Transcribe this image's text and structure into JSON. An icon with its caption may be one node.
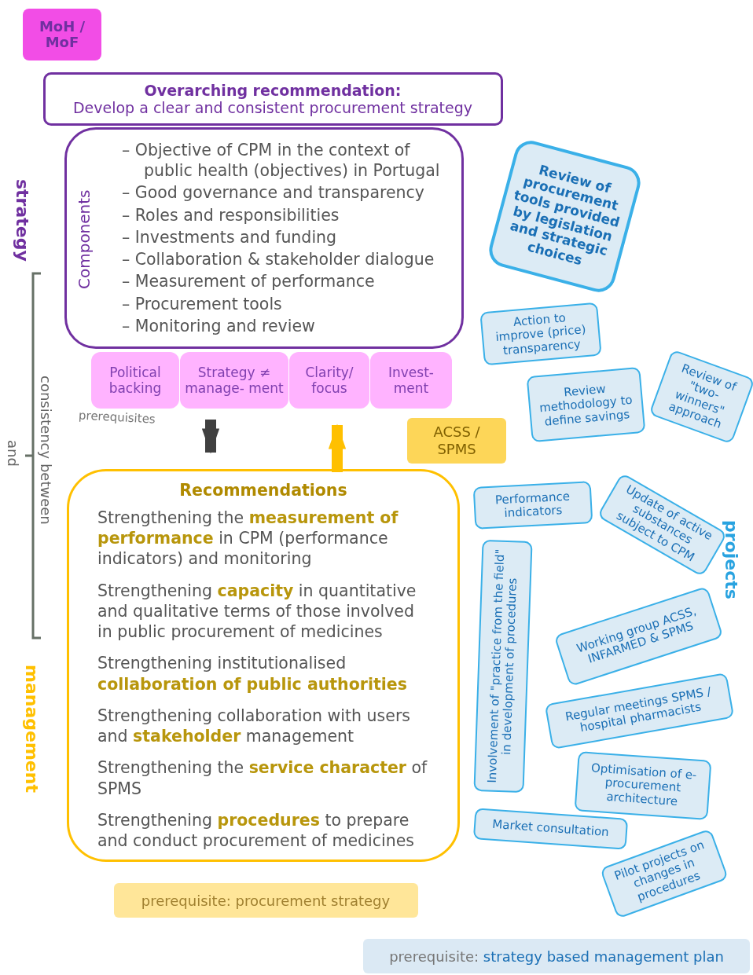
{
  "diagram": {
    "nodes": [
      {
        "text": [
          "MoH / MoF"
        ]
      },
      {
        "text": [
          "Overarching recommendation:",
          "Develop a clear and consistent procurement strategy"
        ]
      },
      {
        "text": [
          "Components",
          "– Objective of CPM in the context of public health (objectives) in Portugal",
          "– Good governance and transparency",
          "– Roles and responsibilities",
          "– Investments and funding",
          "– Collaboration & stakeholder dialogue",
          "– Measurement of performance",
          "– Procurement tools",
          "– Monitoring and review"
        ]
      },
      {
        "text": [
          "Political backing"
        ]
      },
      {
        "text": [
          "Strategy ≠ manage- ment"
        ]
      },
      {
        "text": [
          "Clarity/ focus"
        ]
      },
      {
        "text": [
          "Invest- ment"
        ]
      },
      {
        "text": [
          "Recommendations",
          "Strengthening the **measurement of performance** in CPM (performance indicators) and monitoring",
          "Strengthening **capacity** in quantitative and qualitative terms of those involved in public procurement of medicines",
          "Strengthening institutionalised **collaboration of public authorities**",
          "Strengthening collaboration with users and **stakeholder** management",
          "Strengthening the **service character** of SPMS",
          "Strengthening **procedures** to prepare and conduct procurement of medicines"
        ]
      },
      {
        "text": [
          "ACSS / SPMS"
        ]
      },
      {
        "text": [
          "prerequisite: procurement strategy"
        ]
      },
      {
        "text": [
          "prerequisite: **strategy based management plan**"
        ]
      },
      {
        "text": [
          "Review of procurement tools provided by legislation and strategic choices"
        ]
      },
      {
        "text": [
          "Action to improve (price) transparency"
        ]
      },
      {
        "text": [
          "Review methodology to define savings"
        ]
      },
      {
        "text": [
          "Review of \"two-winners\" approach"
        ]
      },
      {
        "text": [
          "Performance indicators"
        ]
      },
      {
        "text": [
          "Update of active substances subject to CPM"
        ]
      },
      {
        "text": [
          "Involvement of \"practice from the field\" in development of procedures"
        ]
      },
      {
        "text": [
          "Working group ACSS, INFARMED & SPMS"
        ]
      },
      {
        "text": [
          "Regular meetings SPMS / hospital pharmacists"
        ]
      },
      {
        "text": [
          "Optimisation of e-procurement architecture"
        ]
      },
      {
        "text": [
          "Market consultation"
        ]
      },
      {
        "text": [
          "Pilot projects on changes in procedures"
        ]
      }
    ],
    "edges": [
      {
        "from": 4,
        "to": 7,
        "arrow": "to",
        "color": "#404040"
      },
      {
        "from": 7,
        "to": 5,
        "arrow": "to",
        "color": "#ffc000"
      }
    ],
    "labels": [
      "strategy",
      "consistency between",
      "and",
      "prerequisites",
      "management",
      "projects"
    ]
  }
}
